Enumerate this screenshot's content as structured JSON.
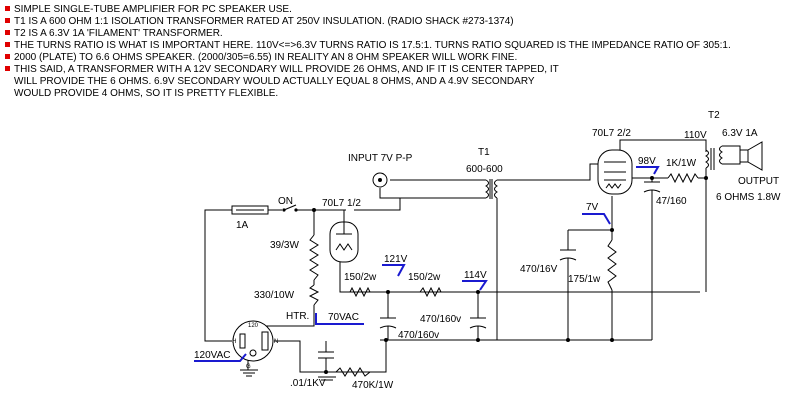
{
  "notes": [
    {
      "bullet": true,
      "text": "SIMPLE SINGLE-TUBE AMPLIFIER FOR PC SPEAKER USE."
    },
    {
      "bullet": true,
      "text": "T1 IS A 600 OHM 1:1 ISOLATION TRANSFORMER RATED AT 250V INSULATION. (RADIO SHACK #273-1374)"
    },
    {
      "bullet": true,
      "text": "T2 IS A 6.3V 1A 'FILAMENT' TRANSFORMER."
    },
    {
      "bullet": true,
      "text": "THE TURNS RATIO IS WHAT IS IMPORTANT HERE. 110V<=>6.3V TURNS RATIO IS 17.5:1. TURNS RATIO SQUARED IS THE IMPEDANCE RATIO OF 305:1."
    },
    {
      "bullet": true,
      "text": "2000 (PLATE) TO 6.6 OHMS SPEAKER. (2000/305=6.55) IN REALITY AN 8 OHM SPEAKER WILL WORK FINE."
    },
    {
      "bullet": true,
      "text": "THIS SAID, A TRANSFORMER WITH A 12V SECONDARY WILL PROVIDE 26 OHMS, AND IF IT IS CENTER TAPPED, IT"
    },
    {
      "bullet": false,
      "text": "WILL PROVIDE THE 6 OHMS. 6.9V SECONDARY WOULD ACTUALLY EQUAL 8 OHMS, AND A 4.9V SECONDARY"
    },
    {
      "bullet": false,
      "text": "WOULD PROVIDE 4 OHMS, SO IT IS PRETTY FLEXIBLE."
    }
  ],
  "labels": {
    "input": "INPUT 7V P-P",
    "t1_name": "T1",
    "t1_value": "600-600",
    "tube2_label": "70L7 2/2",
    "t2_name": "T2",
    "t2_primary": "110V",
    "t2_secondary": "6.3V 1A",
    "v98": "98V",
    "r_1k": "1K/1W",
    "output": "OUTPUT",
    "output_ohms": "6 OHMS 1.8W",
    "c_47": "47/160",
    "fuse_value": "1A",
    "switch": "ON",
    "tube1_label": "70L7 1/2",
    "v7": "7V",
    "r_39": "39/3W",
    "v121": "121V",
    "r_150a": "150/2w",
    "r_150b": "150/2w",
    "v114": "114V",
    "c_470_16": "470/16V",
    "r_175": "175/1w",
    "r_330": "330/10W",
    "htr": "HTR.",
    "vac70": "70VAC",
    "c_470_160a": "470/160v",
    "c_470_160b": "470/160v",
    "plug_top": "120",
    "plug_h": "H",
    "plug_n": "N",
    "plug_g": "G",
    "vac120": "120VAC",
    "c_01": ".01/1KV",
    "r_470k": "470K/1W"
  },
  "colors": {
    "bullet": "#e00000",
    "annotation": "#1a1ad0",
    "wire": "#000000"
  }
}
